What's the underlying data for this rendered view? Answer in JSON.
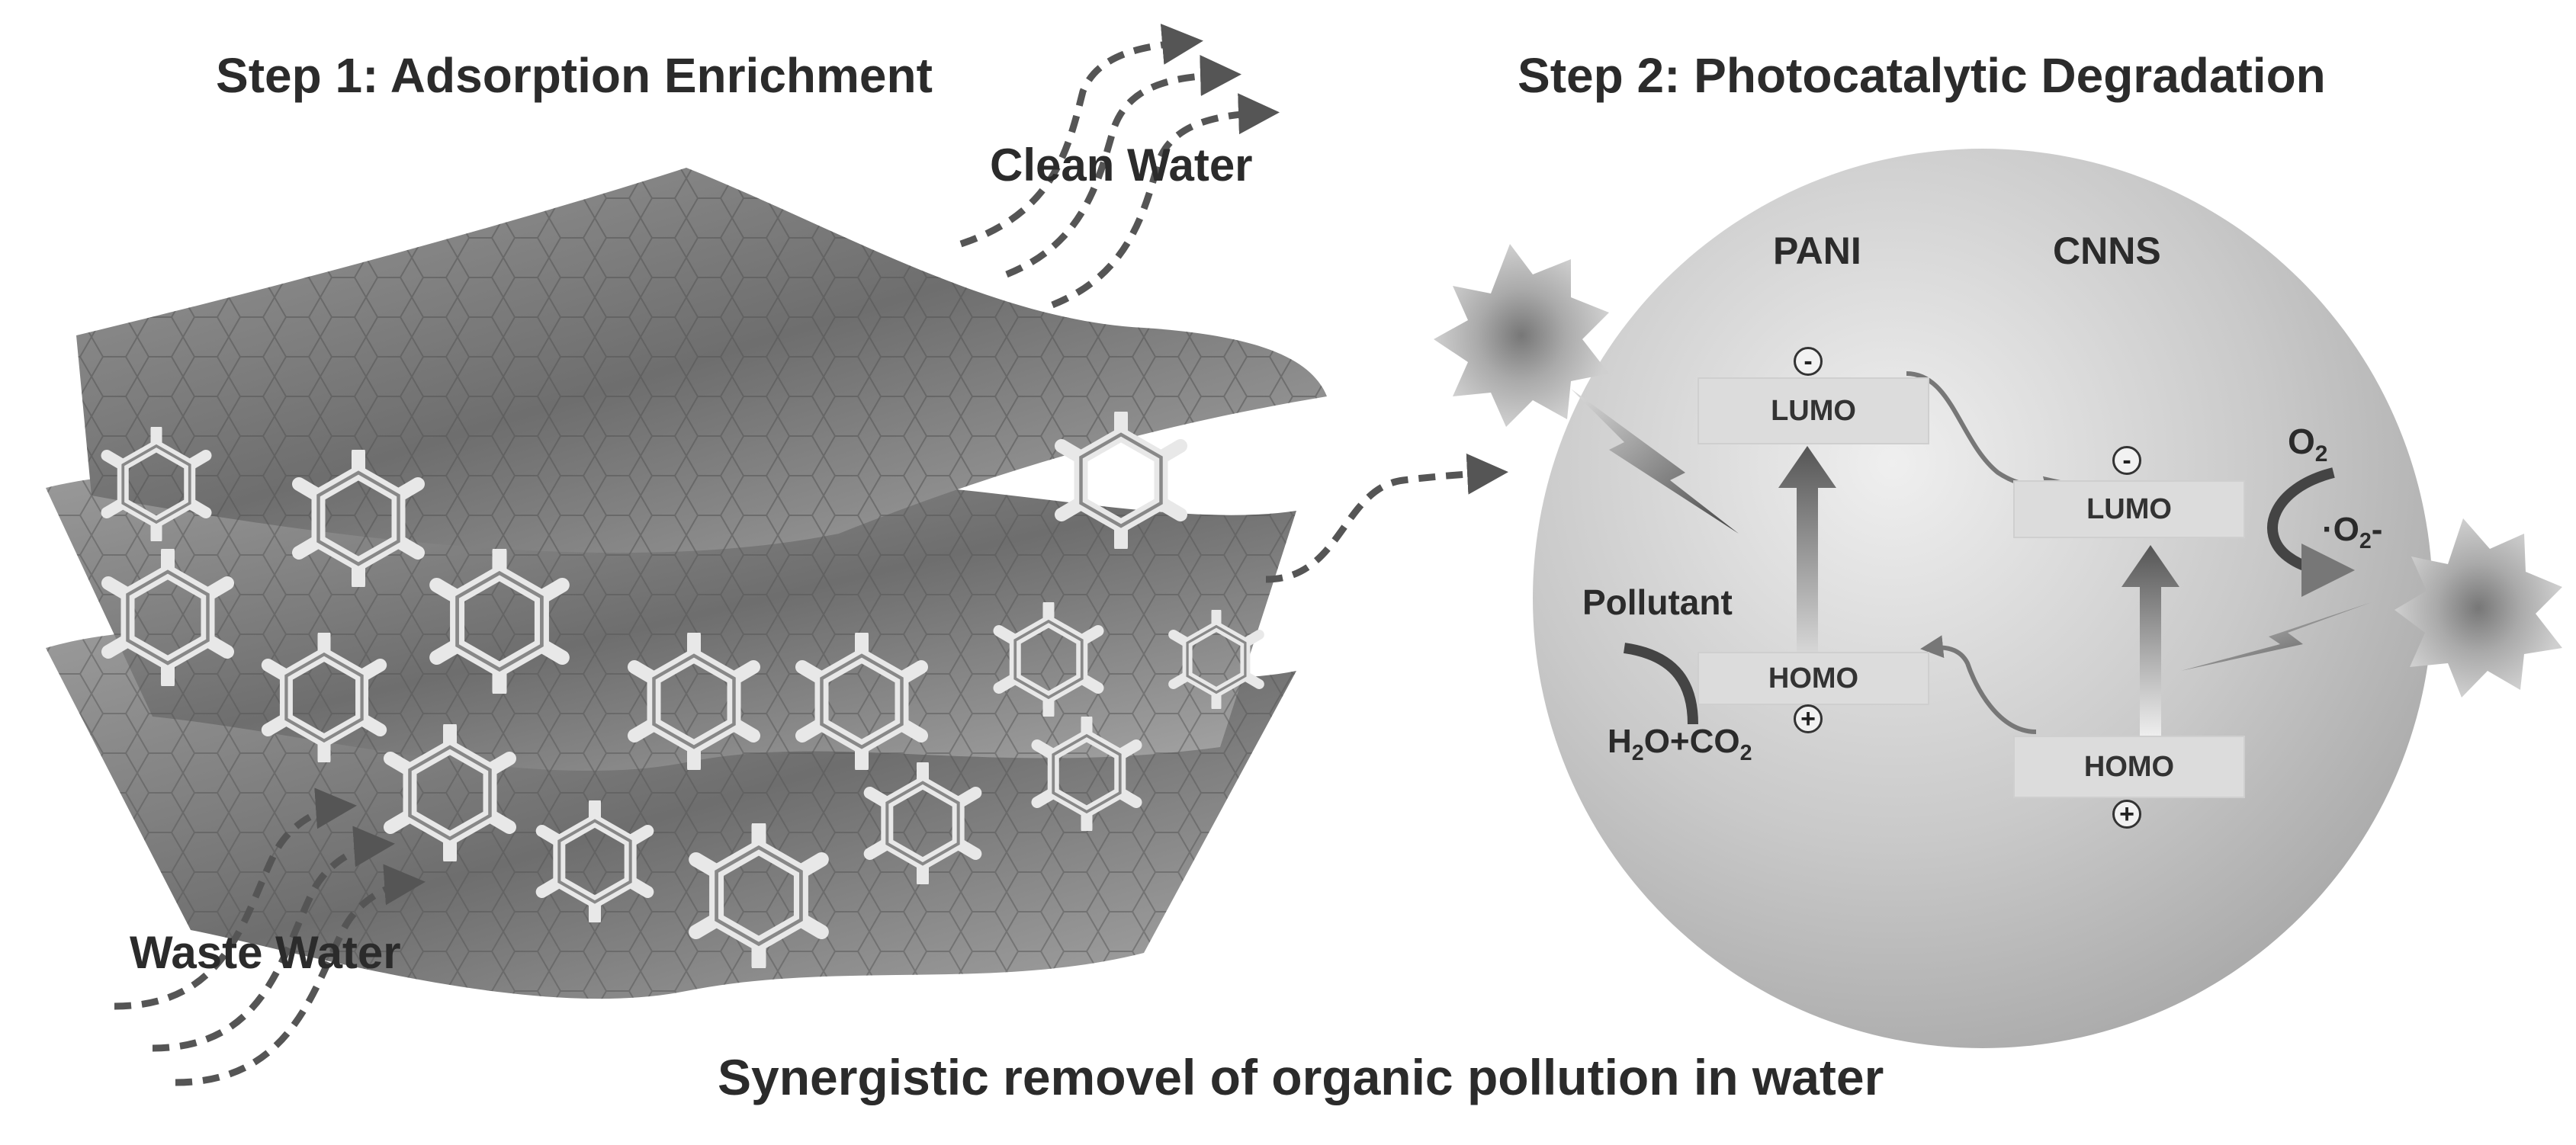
{
  "step1": {
    "title": "Step 1: Adsorption Enrichment"
  },
  "step2": {
    "title": "Step 2: Photocatalytic Degradation"
  },
  "labels": {
    "clean_water": "Clean Water",
    "waste_water": "Waste Water",
    "pani": "PANI",
    "cnns": "CNNS",
    "pollutant": "Pollutant",
    "h2o": "H",
    "h2o_sub": "2",
    "h2o_rest": "O+CO",
    "co2_sub": "2",
    "o2": "O",
    "o2_sub": "2",
    "superoxide": "·O",
    "superoxide_sub": "2",
    "superoxide_charge": "-"
  },
  "pani_levels": {
    "lumo": "LUMO",
    "homo": "HOMO"
  },
  "cnns_levels": {
    "lumo": "LUMO",
    "homo": "HOMO"
  },
  "signs": {
    "electron": "-",
    "hole": "+"
  },
  "caption": "Synergistic removel of organic pollution in water",
  "colors": {
    "text": "#2b2b2b",
    "sheet": "#8a8a8a",
    "sphere": "#c8c8c8",
    "arrow": "#555555"
  }
}
